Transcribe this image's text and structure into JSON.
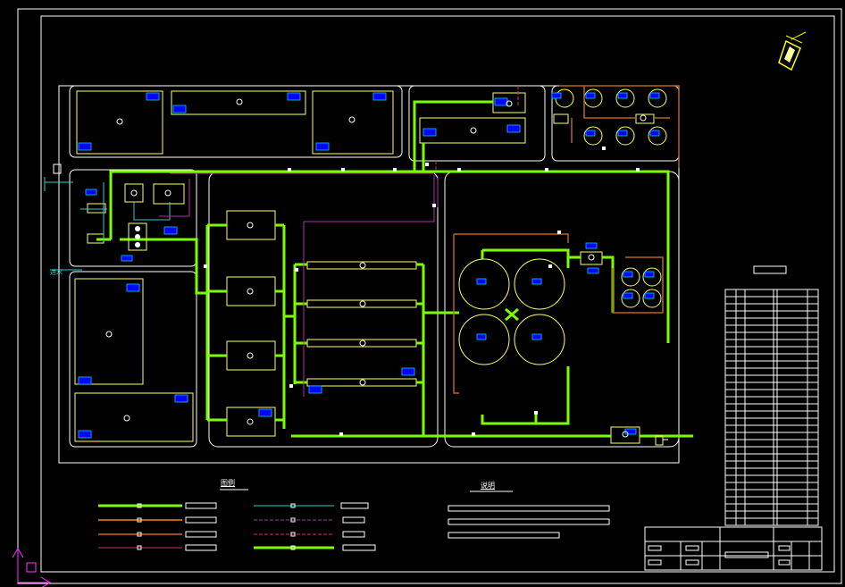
{
  "drawing": {
    "legend_title": "图例",
    "notes_title": "说明",
    "inlet_text": "进水",
    "colors": {
      "frame": "#ffffff",
      "building": "#ffff66",
      "main_pipe": "#7cfc00",
      "sludge_pipe": "#b5651d",
      "air_pipe": "#cc6633",
      "overflow_pipe": "#cc3355",
      "water_pipe": "#33cccc",
      "drain_pipe": "#aa33aa",
      "dashed_pipe": "#cc3366",
      "tag_fill": "#0000ff",
      "tag_stroke": "#00ccff",
      "logo": "#ffff00"
    }
  }
}
